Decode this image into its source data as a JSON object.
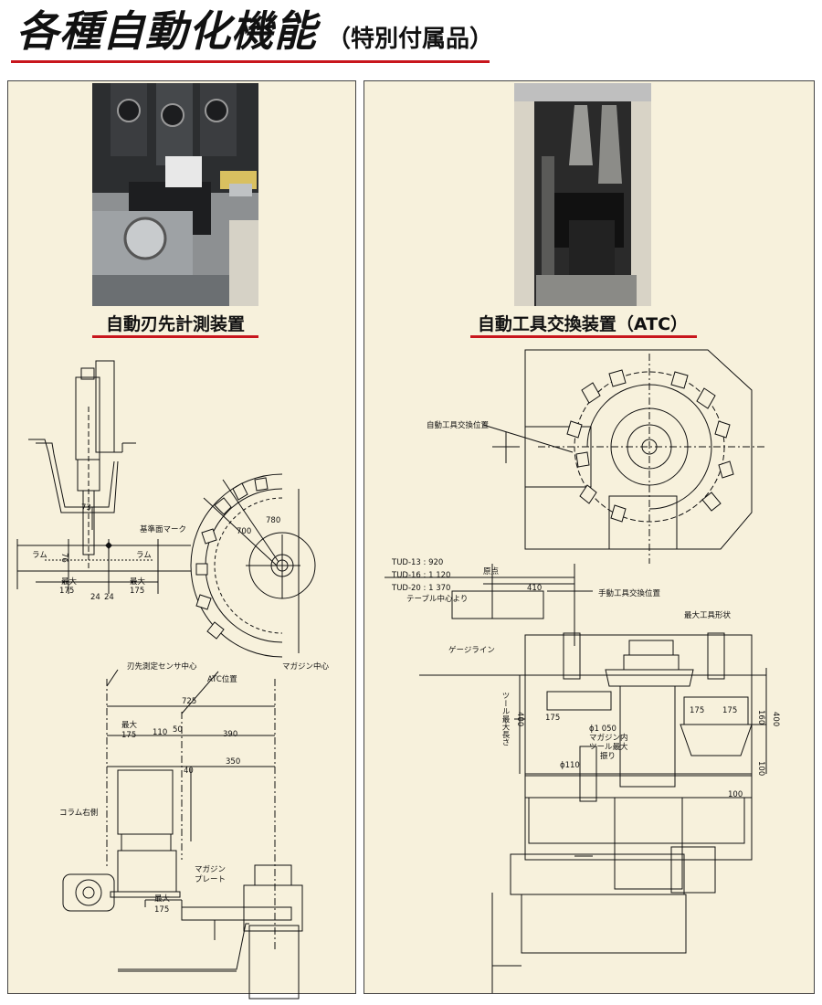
{
  "header": {
    "title": "各種自動化機能",
    "subtitle": "（特別付属品）",
    "accent_color": "#c8161d"
  },
  "left_panel": {
    "caption": "自動刃先計測装置",
    "top_drawing": {
      "labels": {
        "d73": "73",
        "d76": "76",
        "reference_surface": "基準面マーク",
        "ram_left": "ラム",
        "ram_right": "ラム",
        "max_left": "最大",
        "d175_left": "175",
        "d24a": "24",
        "d24b": "24",
        "max_right": "最大",
        "d175_right": "175",
        "r700": "700",
        "r780": "780"
      }
    },
    "bottom_drawing": {
      "labels": {
        "sensor_center": "刃先測定センサ中心",
        "atc_position": "ATC位置",
        "magazine_center": "マガジン中心",
        "d725": "725",
        "max": "最大",
        "d175": "175",
        "d110": "110",
        "d50": "50",
        "d390": "390",
        "d350": "350",
        "d40": "40",
        "column_right": "コラム右側",
        "magazine_plate": "マガジン\nプレート",
        "max_bottom": "最大",
        "d175_bottom": "175"
      }
    }
  },
  "right_panel": {
    "caption": "自動工具交換装置（ATC）",
    "top_drawing": {
      "labels": {
        "auto_exchange_position": "自動工具交換位置",
        "tud13": "TUD-13 : 920",
        "tud16": "TUD-16 : 1 120",
        "tud20": "TUD-20 : 1 370",
        "origin": "原点",
        "d410": "410",
        "from_table_center": "テーブル中心より",
        "manual_exchange_position": "手動工具交換位置"
      }
    },
    "bottom_drawing": {
      "labels": {
        "max_tool_shape": "最大工具形状",
        "gauge_line": "ゲージライン",
        "max_tool_length": "ツール最大長さ",
        "d400_left": "400",
        "d175a": "175",
        "d175b": "175",
        "d175c": "175",
        "d160": "160",
        "d400_right": "400",
        "d1050": "ϕ1 050",
        "magazine_inner": "マガジン内",
        "max_tool_swing": "ツール最大",
        "swing": "振り",
        "d110": "ϕ110",
        "d100v": "100",
        "d100h": "100"
      }
    }
  }
}
